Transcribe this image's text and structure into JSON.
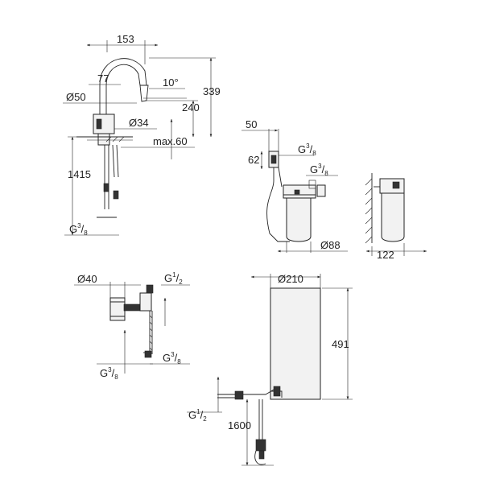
{
  "labels": {
    "w153": "153",
    "w77": "77",
    "d50": "Ø50",
    "a10": "10°",
    "h339": "339",
    "h240": "240",
    "d34": "Ø34",
    "max60": "max.60",
    "h1415": "1415",
    "g38_top_left": {
      "base": "G",
      "num": "3",
      "den": "8"
    },
    "w50": "50",
    "h62": "62",
    "g38_top_right_a": {
      "base": "G",
      "num": "3",
      "den": "8"
    },
    "g38_top_right_b": {
      "base": "G",
      "num": "3",
      "den": "8"
    },
    "d88": "Ø88",
    "w122": "122",
    "d40": "Ø40",
    "g12_mid": {
      "base": "G",
      "num": "1",
      "den": "2"
    },
    "g38_bottom_left": {
      "base": "G",
      "num": "3",
      "den": "8"
    },
    "g38_bottom_right": {
      "base": "G",
      "num": "3",
      "den": "8"
    },
    "d210": "Ø210",
    "h491": "491",
    "g12_bottom": {
      "base": "G",
      "num": "1",
      "den": "2"
    },
    "h1600": "1600"
  }
}
